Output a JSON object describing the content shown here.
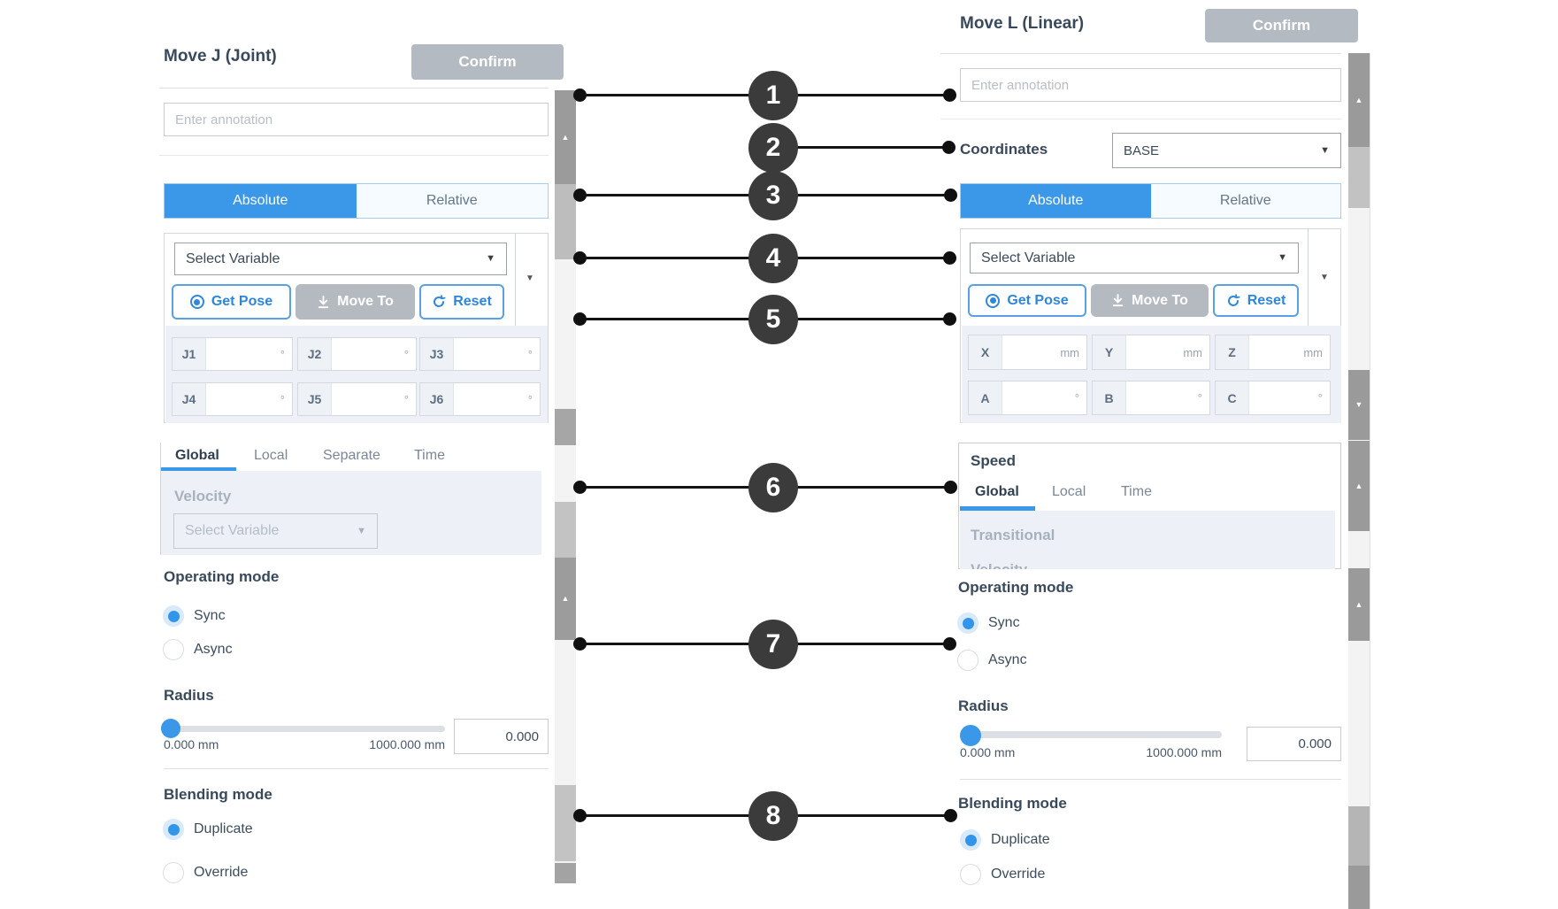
{
  "icons": {
    "caret_down": "▼",
    "scroll_up": "▲",
    "scroll_down": "▼"
  },
  "callouts": [
    "1",
    "2",
    "3",
    "4",
    "5",
    "6",
    "7",
    "8"
  ],
  "move_j": {
    "title": "Move J (Joint)",
    "confirm": "Confirm",
    "annotation_placeholder": "Enter annotation",
    "mode_tabs": {
      "absolute": "Absolute",
      "relative": "Relative"
    },
    "variable_placeholder": "Select Variable",
    "buttons": {
      "get_pose": "Get Pose",
      "move_to": "Move To",
      "reset": "Reset"
    },
    "fields": [
      {
        "label": "J1",
        "unit": "°"
      },
      {
        "label": "J2",
        "unit": "°"
      },
      {
        "label": "J3",
        "unit": "°"
      },
      {
        "label": "J4",
        "unit": "°"
      },
      {
        "label": "J5",
        "unit": "°"
      },
      {
        "label": "J6",
        "unit": "°"
      }
    ],
    "speed_tabs": [
      "Global",
      "Local",
      "Separate",
      "Time"
    ],
    "velocity": {
      "label": "Velocity",
      "placeholder": "Select Variable"
    },
    "operating_mode": {
      "heading": "Operating mode",
      "options": [
        "Sync",
        "Async"
      ],
      "selected": "Sync"
    },
    "radius": {
      "heading": "Radius",
      "min_label": "0.000 mm",
      "max_label": "1000.000 mm",
      "value": "0.000"
    },
    "blending": {
      "heading": "Blending mode",
      "options": [
        "Duplicate",
        "Override"
      ],
      "selected": "Duplicate"
    }
  },
  "move_l": {
    "title": "Move L (Linear)",
    "confirm": "Confirm",
    "annotation_placeholder": "Enter annotation",
    "coordinates": {
      "label": "Coordinates",
      "value": "BASE"
    },
    "mode_tabs": {
      "absolute": "Absolute",
      "relative": "Relative"
    },
    "variable_placeholder": "Select Variable",
    "buttons": {
      "get_pose": "Get Pose",
      "move_to": "Move To",
      "reset": "Reset"
    },
    "fields": [
      {
        "label": "X",
        "unit": "mm"
      },
      {
        "label": "Y",
        "unit": "mm"
      },
      {
        "label": "Z",
        "unit": "mm"
      },
      {
        "label": "A",
        "unit": "°"
      },
      {
        "label": "B",
        "unit": "°"
      },
      {
        "label": "C",
        "unit": "°"
      }
    ],
    "speed": {
      "heading": "Speed",
      "tabs": [
        "Global",
        "Local",
        "Time"
      ],
      "transitional": "Transitional",
      "clipped": "Velocity"
    },
    "operating_mode": {
      "heading": "Operating mode",
      "options": [
        "Sync",
        "Async"
      ],
      "selected": "Sync"
    },
    "radius": {
      "heading": "Radius",
      "min_label": "0.000 mm",
      "max_label": "1000.000 mm",
      "value": "0.000"
    },
    "blending": {
      "heading": "Blending mode",
      "options": [
        "Duplicate",
        "Override"
      ],
      "selected": "Duplicate"
    }
  }
}
